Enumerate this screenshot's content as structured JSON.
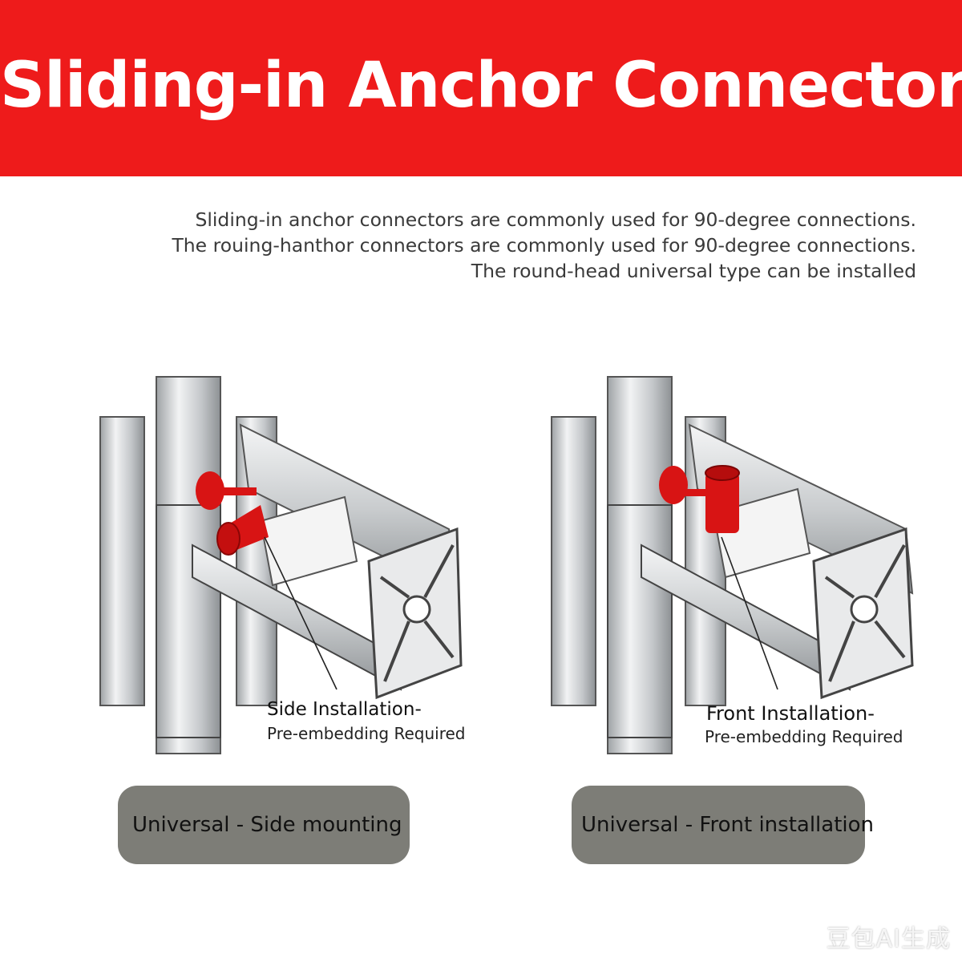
{
  "header": {
    "title": "Sliding-in Anchor Connector"
  },
  "intro": {
    "lines": [
      "Sliding-in anchor connectors are commonly used for 90-degree connections.",
      "The rouing-hanthor connectors are commonly used for 90-degree connections.",
      "The round-head universal type can be installed"
    ]
  },
  "panels": [
    {
      "callout_title": "Side Installation-",
      "callout_subtitle": "Pre-embedding Required",
      "pill_label": "Universal - Side mounting"
    },
    {
      "callout_title": "Front Installation-",
      "callout_subtitle": "Pre-embedding Required",
      "pill_label": "Universal - Front installation"
    }
  ],
  "watermark": "豆包AI生成",
  "colors": {
    "banner": "#ee1b1b",
    "connector": "#d81414",
    "aluminum": "#cfd2d4",
    "pill": "#7d7d77"
  }
}
